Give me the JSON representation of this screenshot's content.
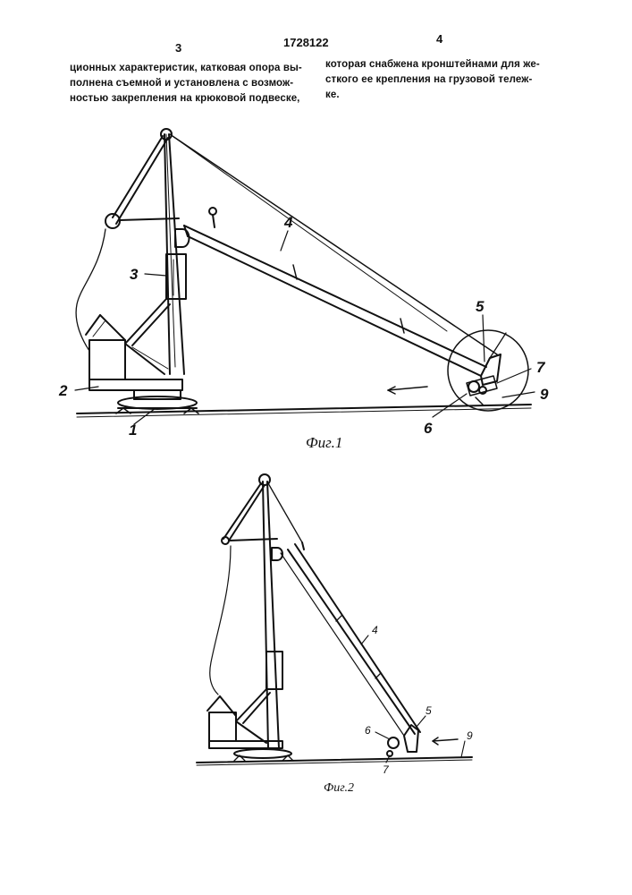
{
  "header": {
    "left_page": "3",
    "patent_number": "1728122",
    "right_page": "4"
  },
  "text": {
    "left_column": [
      "ционных характеристик, катковая опора вы-",
      "полнена  съемной и установлена с возмож-",
      "ностью закрепления на крюковой подвеске,"
    ],
    "right_column": [
      "которая снабжена кронштейнами для же-",
      "сткого ее крепления на грузовой тележ-",
      "ке."
    ]
  },
  "figure1": {
    "caption": "Фиг.1",
    "labels": {
      "l1": "1",
      "l2": "2",
      "l3": "3",
      "l4": "4",
      "l5": "5",
      "l6": "6",
      "l7": "7",
      "l9": "9"
    }
  },
  "figure2": {
    "caption": "Фиг.2",
    "labels": {
      "l4": "4",
      "l5": "5",
      "l6": "6",
      "l7": "7",
      "l9": "9"
    }
  }
}
